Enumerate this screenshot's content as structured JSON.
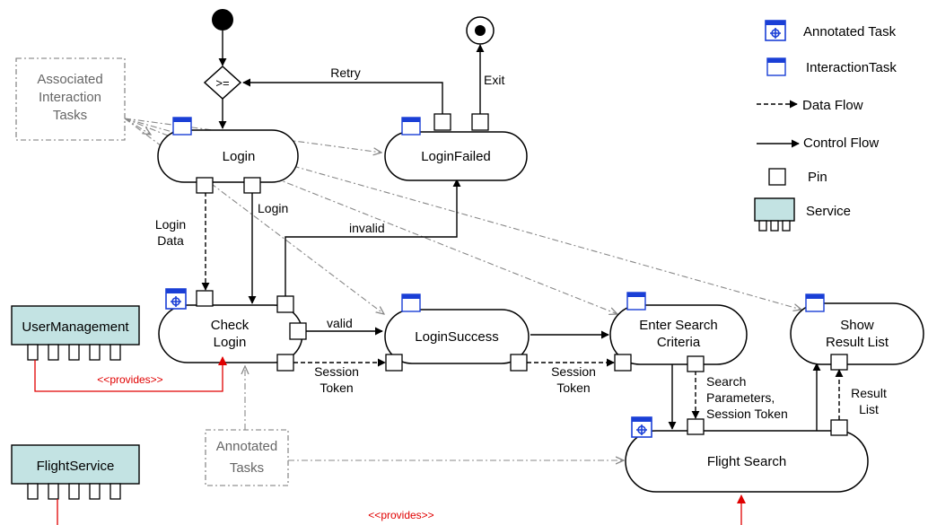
{
  "actions": {
    "login": "Login",
    "login_failed": "LoginFailed",
    "check_login_1": "Check",
    "check_login_2": "Login",
    "login_success": "LoginSuccess",
    "enter_search_1": "Enter Search",
    "enter_search_2": "Criteria",
    "show_result_1": "Show",
    "show_result_2": "Result List",
    "flight_search": "Flight Search"
  },
  "decision_label": ">=",
  "edges": {
    "retry": "Retry",
    "exit": "Exit",
    "login_data_1": "Login",
    "login_data_2": "Data",
    "login_ctrl": "Login",
    "invalid": "invalid",
    "valid": "valid",
    "session_token_1_a": "Session",
    "session_token_1_b": "Token",
    "session_token_2_a": "Session",
    "session_token_2_b": "Token",
    "search_params_a": "Search",
    "search_params_b": "Parameters,",
    "search_params_c": "Session Token",
    "result_list_a": "Result",
    "result_list_b": "List"
  },
  "notes": {
    "associated_1": "Associated",
    "associated_2": "Interaction",
    "associated_3": "Tasks",
    "annotated_1": "Annotated",
    "annotated_2": "Tasks"
  },
  "services": {
    "user_management": "UserManagement",
    "flight_service": "FlightService",
    "provides_1": "<<provides>>",
    "provides_2": "<<provides>>"
  },
  "legend": {
    "annotated_task": "Annotated Task",
    "interaction_task": "InteractionTask",
    "data_flow": "Data Flow",
    "control_flow": "Control Flow",
    "pin": "Pin",
    "service": "Service"
  },
  "colors": {
    "service_fill": "#c3e3e3",
    "provides_red": "#e00000",
    "task_icon_blue": "#1a3fd6"
  }
}
